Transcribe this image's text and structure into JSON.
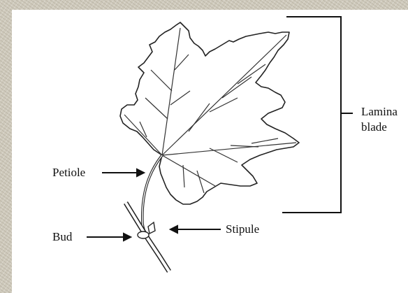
{
  "labels": {
    "lamina": "Lamina",
    "blade": "blade",
    "petiole": "Petiole",
    "bud": "Bud",
    "stipule": "Stipule"
  },
  "colors": {
    "background": "#cfcabc",
    "panel": "#ffffff",
    "ink": "#111111"
  }
}
